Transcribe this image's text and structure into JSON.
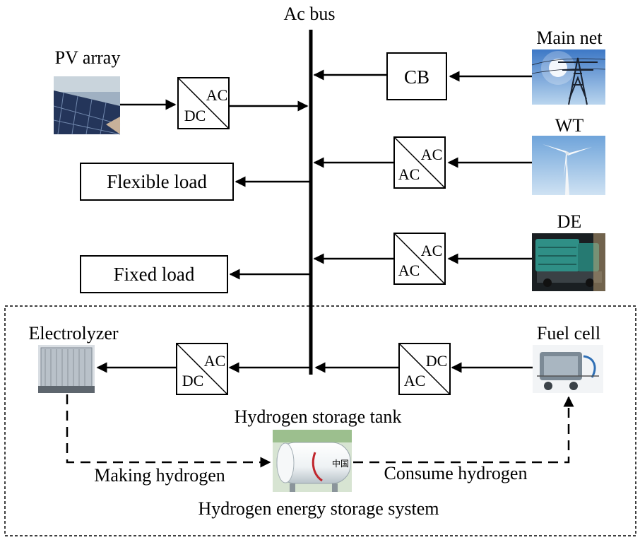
{
  "diagram": {
    "bus_label": "Ac bus",
    "sources": {
      "pv": "PV array",
      "main_net": "Main net",
      "wt": "WT",
      "de": "DE"
    },
    "loads": {
      "flexible": "Flexible load",
      "fixed": "Fixed load"
    },
    "cb_label": "CB",
    "converters": {
      "pv": {
        "top": "AC",
        "bottom": "DC"
      },
      "wt": {
        "top": "AC",
        "bottom": "AC"
      },
      "de": {
        "top": "AC",
        "bottom": "AC"
      },
      "electrolyzer": {
        "top": "AC",
        "bottom": "DC"
      },
      "fuel_cell": {
        "top": "DC",
        "bottom": "AC"
      }
    },
    "hydrogen": {
      "electrolyzer": "Electrolyzer",
      "fuel_cell": "Fuel cell",
      "tank": "Hydrogen storage tank",
      "making": "Making hydrogen",
      "consume": "Consume hydrogen",
      "system": "Hydrogen energy storage system",
      "tank_marking": "中国"
    }
  },
  "colors": {
    "line": "#000000",
    "background": "#ffffff",
    "sky": "#8fb8de",
    "solar": "#2a3f66",
    "engine": "#2f8f86"
  }
}
